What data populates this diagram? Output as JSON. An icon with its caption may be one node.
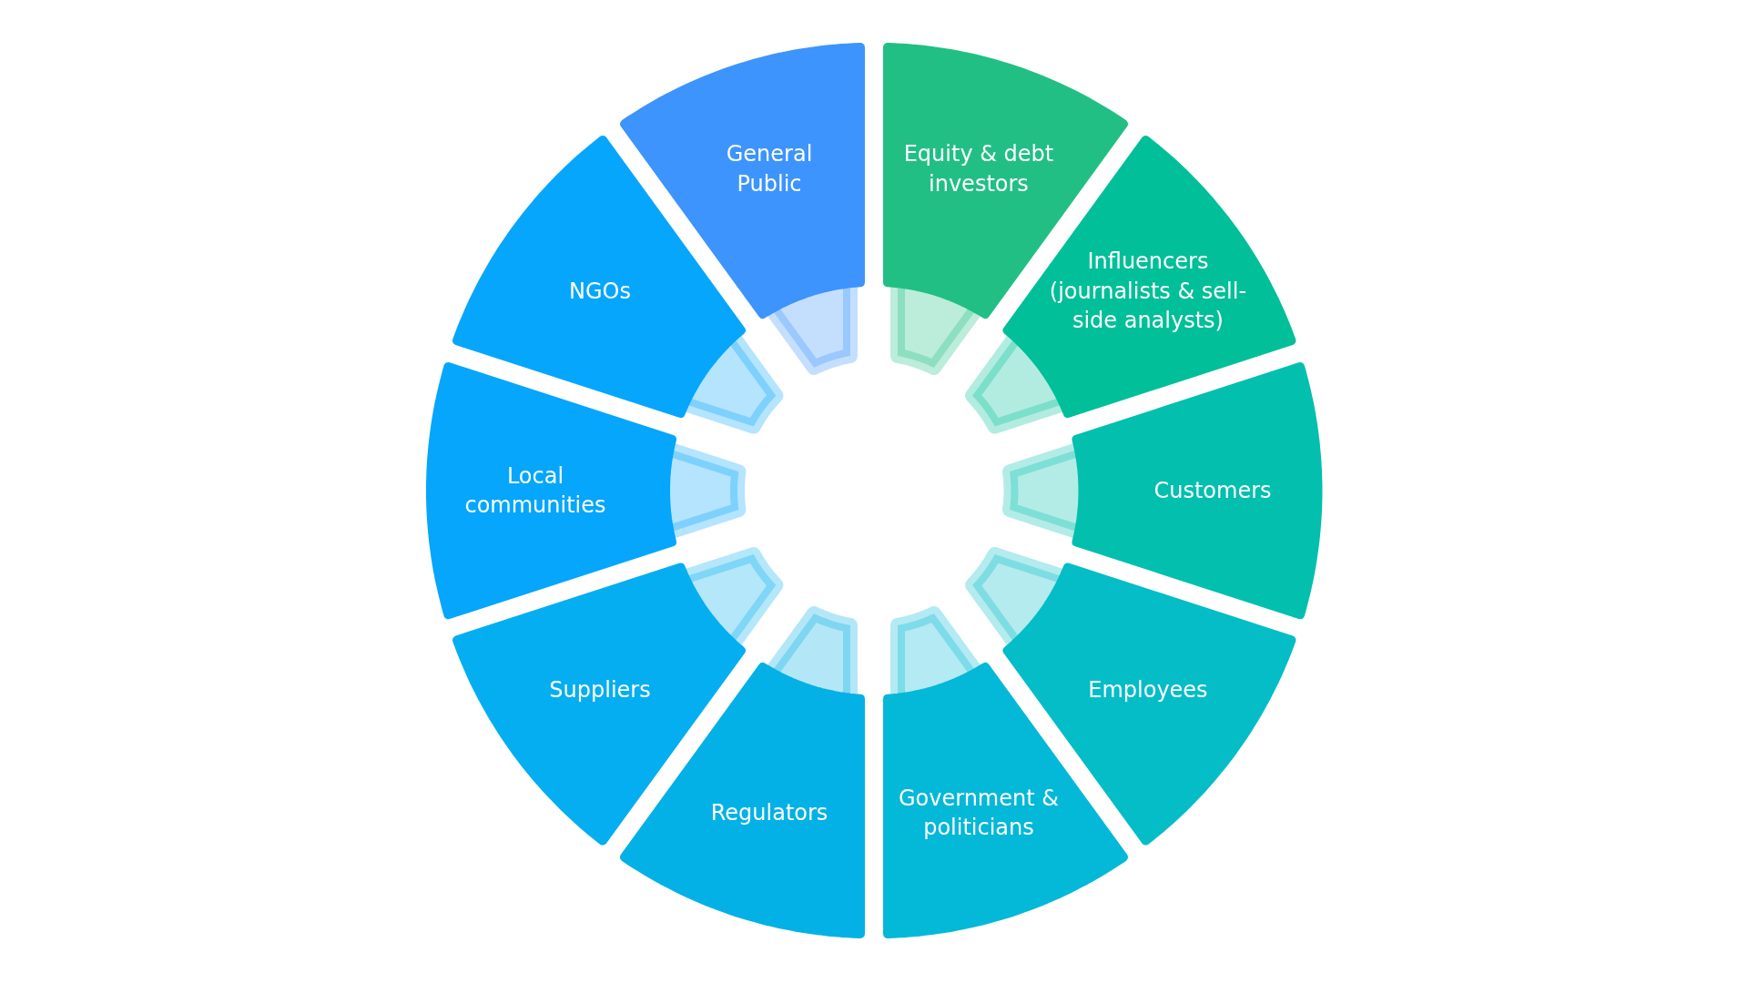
{
  "diagram": {
    "nodes": [
      {
        "text": [
          "General Public"
        ]
      },
      {
        "text": [
          "Equity & debt investors"
        ]
      },
      {
        "text": [
          "Influencers (journalists & sell-side analysts)"
        ]
      },
      {
        "text": [
          "Customers"
        ]
      },
      {
        "text": [
          "Employees"
        ]
      },
      {
        "text": [
          "Government & politicians"
        ]
      },
      {
        "text": [
          "Regulators"
        ]
      },
      {
        "text": [
          "Suppliers"
        ]
      },
      {
        "text": [
          "Local communities"
        ]
      },
      {
        "text": [
          "NGOs"
        ]
      }
    ]
  }
}
